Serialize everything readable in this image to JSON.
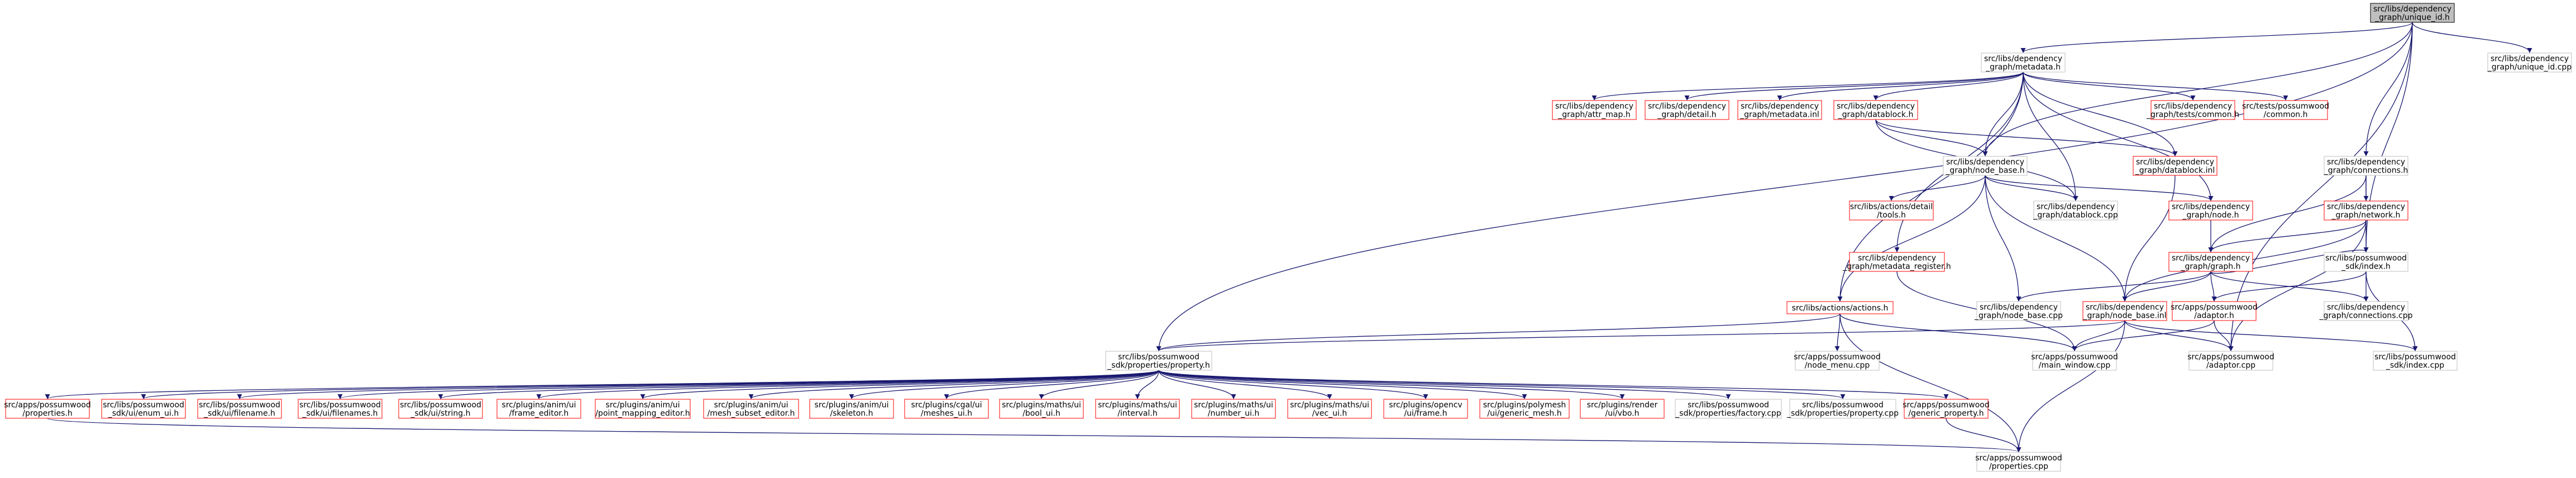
{
  "colors": {
    "root_fill": "#bfbfbf",
    "node_stroke_normal": "#bfbfbf",
    "node_stroke_undoc": "#ff0000",
    "edge": "#191970"
  },
  "diagram": {
    "nodes": [
      {
        "id": "root",
        "lines": [
          "src/libs/dependency",
          "_graph/unique_id.h"
        ],
        "kind": "root"
      },
      {
        "id": "unique_cpp",
        "lines": [
          "src/libs/dependency",
          "_graph/unique_id.cpp"
        ],
        "kind": "normal"
      },
      {
        "id": "metadata_h",
        "lines": [
          "src/libs/dependency",
          "_graph/metadata.h"
        ],
        "kind": "normal"
      },
      {
        "id": "attr_map",
        "lines": [
          "src/libs/dependency",
          "_graph/attr_map.h"
        ],
        "kind": "undoc"
      },
      {
        "id": "detail_h",
        "lines": [
          "src/libs/dependency",
          "_graph/detail.h"
        ],
        "kind": "undoc"
      },
      {
        "id": "metadata_inl",
        "lines": [
          "src/libs/dependency",
          "_graph/metadata.inl"
        ],
        "kind": "undoc"
      },
      {
        "id": "datablock_h",
        "lines": [
          "src/libs/dependency",
          "_graph/datablock.h"
        ],
        "kind": "undoc"
      },
      {
        "id": "tests_common",
        "lines": [
          "src/libs/dependency",
          "_graph/tests/common.h"
        ],
        "kind": "undoc"
      },
      {
        "id": "possumwood_common",
        "lines": [
          "src/tests/possumwood",
          "/common.h"
        ],
        "kind": "undoc"
      },
      {
        "id": "connections_h",
        "lines": [
          "src/libs/dependency",
          "_graph/connections.h"
        ],
        "kind": "normal"
      },
      {
        "id": "node_base_h",
        "lines": [
          "src/libs/dependency",
          "_graph/node_base.h"
        ],
        "kind": "normal"
      },
      {
        "id": "datablock_inl",
        "lines": [
          "src/libs/dependency",
          "_graph/datablock.inl"
        ],
        "kind": "undoc"
      },
      {
        "id": "tools_h",
        "lines": [
          "src/libs/actions/detail",
          "/tools.h"
        ],
        "kind": "undoc"
      },
      {
        "id": "datablock_cpp",
        "lines": [
          "src/libs/dependency",
          "_graph/datablock.cpp"
        ],
        "kind": "normal"
      },
      {
        "id": "node_h",
        "lines": [
          "src/libs/dependency",
          "_graph/node.h"
        ],
        "kind": "undoc"
      },
      {
        "id": "network_h",
        "lines": [
          "src/libs/dependency",
          "_graph/network.h"
        ],
        "kind": "undoc"
      },
      {
        "id": "metadata_register",
        "lines": [
          "src/libs/dependency",
          "_graph/metadata_register.h"
        ],
        "kind": "undoc"
      },
      {
        "id": "graph_h",
        "lines": [
          "src/libs/dependency",
          "_graph/graph.h"
        ],
        "kind": "undoc"
      },
      {
        "id": "sdk_index_h",
        "lines": [
          "src/libs/possumwood",
          "_sdk/index.h"
        ],
        "kind": "normal"
      },
      {
        "id": "actions_h",
        "lines": [
          "src/libs/actions/actions.h"
        ],
        "kind": "undoc"
      },
      {
        "id": "node_base_cpp",
        "lines": [
          "src/libs/dependency",
          "_graph/node_base.cpp"
        ],
        "kind": "normal"
      },
      {
        "id": "node_base_inl",
        "lines": [
          "src/libs/dependency",
          "_graph/node_base.inl"
        ],
        "kind": "undoc"
      },
      {
        "id": "adaptor_h",
        "lines": [
          "src/apps/possumwood",
          "/adaptor.h"
        ],
        "kind": "undoc"
      },
      {
        "id": "connections_cpp",
        "lines": [
          "src/libs/dependency",
          "_graph/connections.cpp"
        ],
        "kind": "normal"
      },
      {
        "id": "property_h",
        "lines": [
          "src/libs/possumwood",
          "_sdk/properties/property.h"
        ],
        "kind": "normal"
      },
      {
        "id": "node_menu",
        "lines": [
          "src/apps/possumwood",
          "/node_menu.cpp"
        ],
        "kind": "normal"
      },
      {
        "id": "main_window",
        "lines": [
          "src/apps/possumwood",
          "/main_window.cpp"
        ],
        "kind": "normal"
      },
      {
        "id": "adaptor_cpp",
        "lines": [
          "src/apps/possumwood",
          "/adaptor.cpp"
        ],
        "kind": "normal"
      },
      {
        "id": "index_cpp",
        "lines": [
          "src/libs/possumwood",
          "_sdk/index.cpp"
        ],
        "kind": "normal"
      },
      {
        "id": "properties_h",
        "lines": [
          "src/apps/possumwood",
          "/properties.h"
        ],
        "kind": "undoc"
      },
      {
        "id": "enum_ui",
        "lines": [
          "src/libs/possumwood",
          "_sdk/ui/enum_ui.h"
        ],
        "kind": "undoc"
      },
      {
        "id": "filename_ui",
        "lines": [
          "src/libs/possumwood",
          "_sdk/ui/filename.h"
        ],
        "kind": "undoc"
      },
      {
        "id": "filenames_ui",
        "lines": [
          "src/libs/possumwood",
          "_sdk/ui/filenames.h"
        ],
        "kind": "undoc"
      },
      {
        "id": "string_ui",
        "lines": [
          "src/libs/possumwood",
          "_sdk/ui/string.h"
        ],
        "kind": "undoc"
      },
      {
        "id": "frame_editor",
        "lines": [
          "src/plugins/anim/ui",
          "/frame_editor.h"
        ],
        "kind": "undoc"
      },
      {
        "id": "point_mapping",
        "lines": [
          "src/plugins/anim/ui",
          "/point_mapping_editor.h"
        ],
        "kind": "undoc"
      },
      {
        "id": "mesh_subset",
        "lines": [
          "src/plugins/anim/ui",
          "/mesh_subset_editor.h"
        ],
        "kind": "undoc"
      },
      {
        "id": "skeleton",
        "lines": [
          "src/plugins/anim/ui",
          "/skeleton.h"
        ],
        "kind": "undoc"
      },
      {
        "id": "meshes_ui",
        "lines": [
          "src/plugins/cgal/ui",
          "/meshes_ui.h"
        ],
        "kind": "undoc"
      },
      {
        "id": "bool_ui",
        "lines": [
          "src/plugins/maths/ui",
          "/bool_ui.h"
        ],
        "kind": "undoc"
      },
      {
        "id": "interval",
        "lines": [
          "src/plugins/maths/ui",
          "/interval.h"
        ],
        "kind": "undoc"
      },
      {
        "id": "number_ui",
        "lines": [
          "src/plugins/maths/ui",
          "/number_ui.h"
        ],
        "kind": "undoc"
      },
      {
        "id": "vec_ui",
        "lines": [
          "src/plugins/maths/ui",
          "/vec_ui.h"
        ],
        "kind": "undoc"
      },
      {
        "id": "opencv_frame",
        "lines": [
          "src/plugins/opencv",
          "/ui/frame.h"
        ],
        "kind": "undoc"
      },
      {
        "id": "generic_mesh",
        "lines": [
          "src/plugins/polymesh",
          "/ui/generic_mesh.h"
        ],
        "kind": "undoc"
      },
      {
        "id": "vbo",
        "lines": [
          "src/plugins/render",
          "/ui/vbo.h"
        ],
        "kind": "undoc"
      },
      {
        "id": "factory_cpp",
        "lines": [
          "src/libs/possumwood",
          "_sdk/properties/factory.cpp"
        ],
        "kind": "normal"
      },
      {
        "id": "property_cpp",
        "lines": [
          "src/libs/possumwood",
          "_sdk/properties/property.cpp"
        ],
        "kind": "normal"
      },
      {
        "id": "generic_property",
        "lines": [
          "src/apps/possumwood",
          "/generic_property.h"
        ],
        "kind": "undoc"
      },
      {
        "id": "properties_cpp",
        "lines": [
          "src/apps/possumwood",
          "/properties.cpp"
        ],
        "kind": "normal"
      }
    ]
  }
}
